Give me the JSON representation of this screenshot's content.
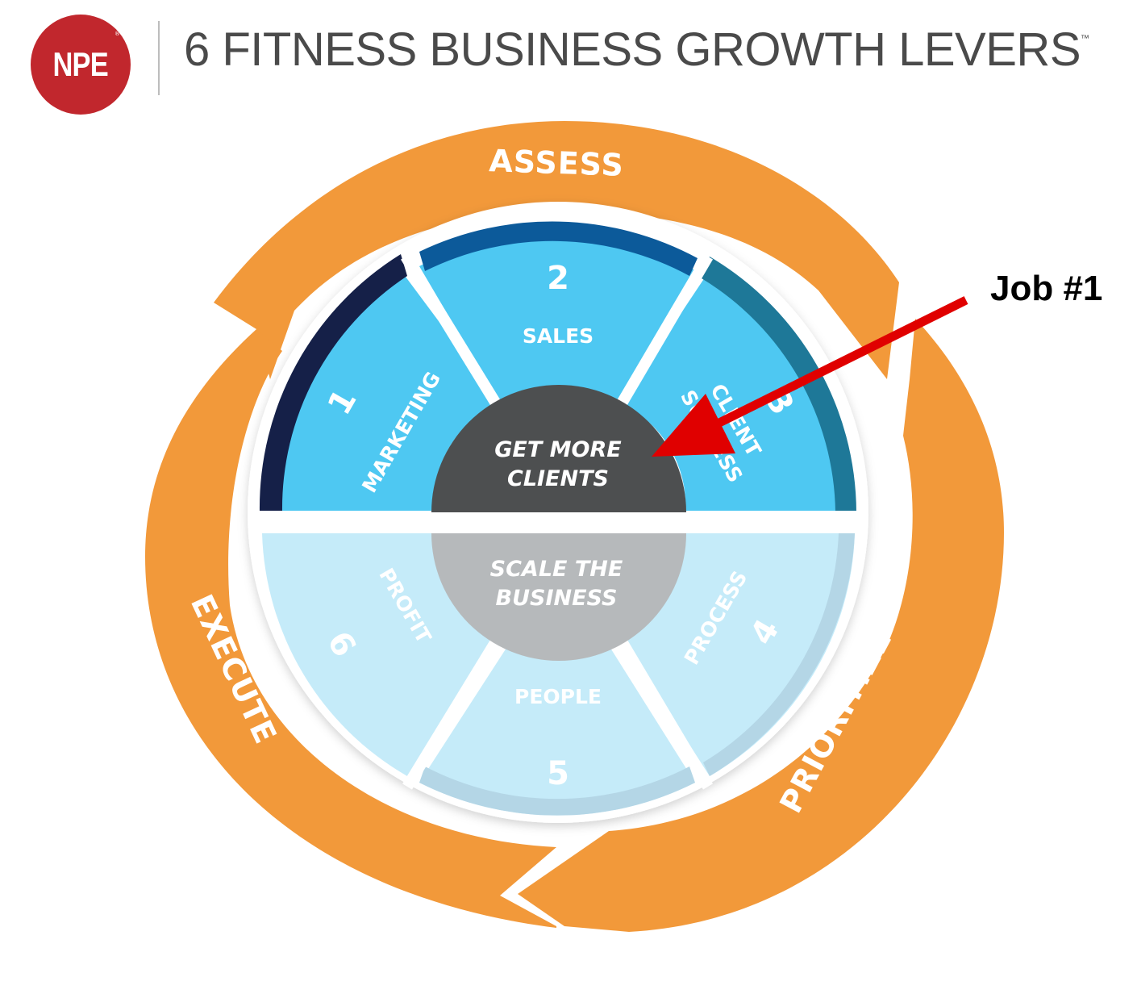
{
  "header": {
    "logo_text": "NPE",
    "logo_mark": "®",
    "title": "6 FITNESS BUSINESS GROWTH LEVERS",
    "trademark": "™"
  },
  "cycle": {
    "assess": "ASSESS",
    "prioritize": "PRIORITIZE",
    "execute": "EXECUTE"
  },
  "levers": {
    "top": [
      {
        "number": "1",
        "label": "MARKETING"
      },
      {
        "number": "2",
        "label": "SALES"
      },
      {
        "number": "3",
        "label_line1": "CLIENT",
        "label_line2": "SUCCESS"
      }
    ],
    "bottom": [
      {
        "number": "4",
        "label": "PROCESS"
      },
      {
        "number": "5",
        "label": "PEOPLE"
      },
      {
        "number": "6",
        "label": "PROFIT"
      }
    ]
  },
  "hub": {
    "top_line1": "GET MORE",
    "top_line2": "CLIENTS",
    "bottom_line1": "SCALE THE",
    "bottom_line2": "BUSINESS"
  },
  "callout": {
    "text": "Job #1"
  },
  "colors": {
    "orange": "#f2993a",
    "top_fill": "#4ec8f2",
    "bottom_fill": "#c5ebf9",
    "hub_dark": "#4d4f50",
    "hub_light": "#b6b9bb",
    "arrow_red": "#e00000",
    "logo_red": "#c1272d"
  }
}
